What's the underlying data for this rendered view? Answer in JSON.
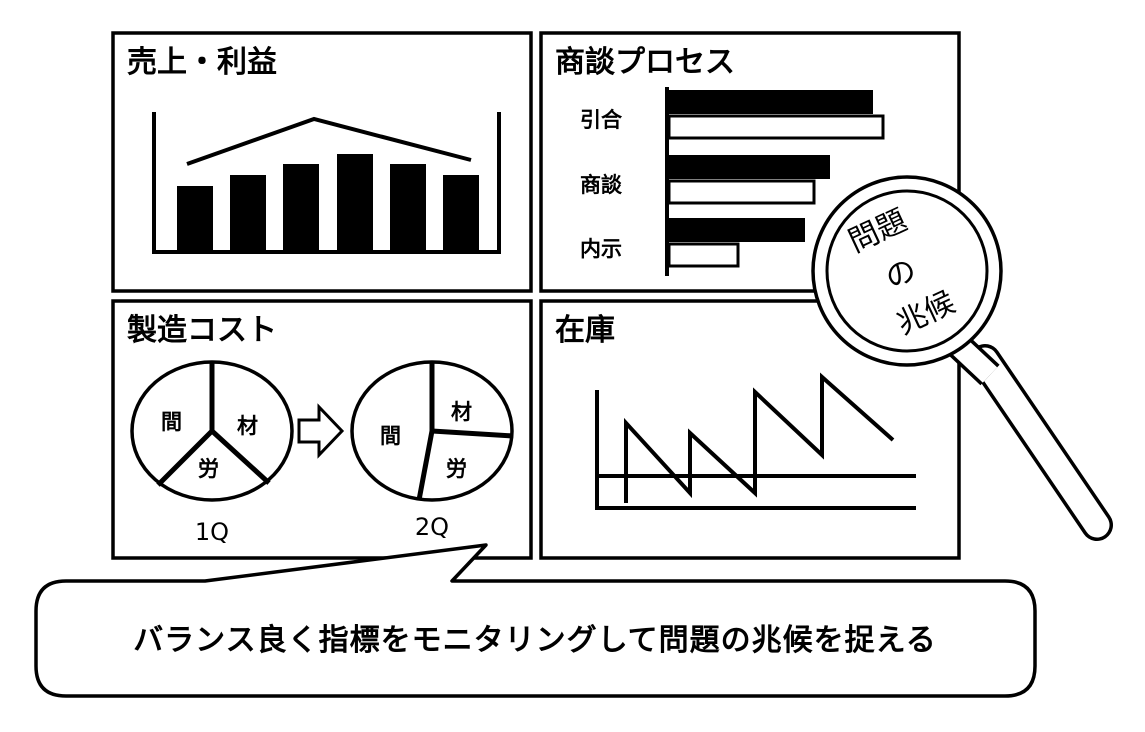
{
  "panels": {
    "sales_profit": {
      "title": "売上・利益"
    },
    "sales_process": {
      "title": "商談プロセス",
      "stages": [
        "引合",
        "商談",
        "内示"
      ]
    },
    "manufacturing_cost": {
      "title": "製造コスト",
      "pie_1q": {
        "caption": "1Q",
        "segments": [
          "間",
          "材",
          "労"
        ]
      },
      "pie_2q": {
        "caption": "2Q",
        "segments": [
          "間",
          "材",
          "労"
        ]
      }
    },
    "inventory": {
      "title": "在庫"
    }
  },
  "magnifier": {
    "lines": [
      "問題",
      "の",
      "兆候"
    ]
  },
  "callout": {
    "text": "バランス良く指標をモニタリングして問題の兆候を捉える"
  },
  "colors": {
    "ink": "#000000",
    "paper": "#ffffff"
  }
}
